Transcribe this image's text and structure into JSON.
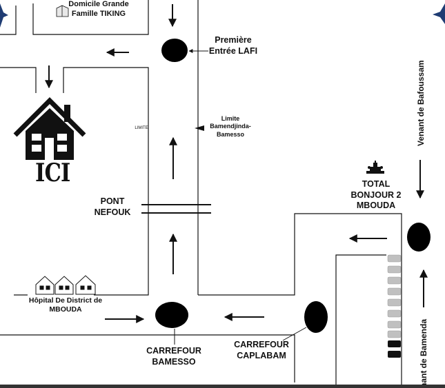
{
  "labels": {
    "domicile": "Domicile Grande\nFamille TIKING",
    "premiere_entree": "Première\nEntrée LAFI",
    "limite_small": "LIMITE",
    "limite_bamendjinda": "Limite\nBamendjinda-\nBamesso",
    "ici": "ICI",
    "pont_nefouk": "PONT\nNEFOUK",
    "total_bonjour": "TOTAL\nBONJOUR 2\nMBOUDA",
    "hopital": "Hôpital De District de\nMBOUDA",
    "carrefour_bamesso": "CARREFOUR\nBAMESSO",
    "carrefour_caplabam": "CARREFOUR\nCAPLABAM",
    "venant_bafoussam": "Venant de Bafoussam",
    "venant_bamenda": "nant de Bamenda"
  },
  "colors": {
    "road": "#111111",
    "corner_icon": "#1f3c73",
    "building_block": "#c0c0c0"
  },
  "icons": [
    "house-icon",
    "building-icon",
    "fuel-station-icon",
    "hospital-icon",
    "corner-pin-icon"
  ]
}
